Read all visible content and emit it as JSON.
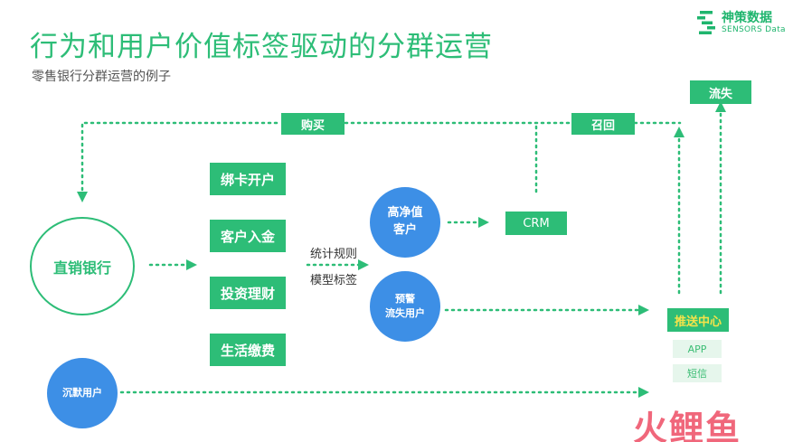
{
  "header": {
    "title": "行为和用户价值标签驱动的分群运营",
    "subtitle": "零售银行分群运营的例子"
  },
  "logo": {
    "name_cn": "神策数据",
    "name_en": "SENSORS Data"
  },
  "nodes": {
    "direct_bank": "直销银行",
    "bind_card": "绑卡开户",
    "deposit": "客户入金",
    "invest": "投资理财",
    "bills": "生活缴费",
    "high_value_line1": "高净值",
    "high_value_line2": "客户",
    "warning_line1": "预警",
    "warning_line2": "流失用户",
    "silent": "沉默用户",
    "crm": "CRM",
    "push_center": "推送中心",
    "app": "APP",
    "sms": "短信",
    "churn": "流失",
    "purchase": "购买",
    "recall": "召回"
  },
  "labels": {
    "stats_rule": "统计规则",
    "model_tag": "模型标签"
  },
  "watermark": {
    "text": "火鲤鱼"
  },
  "colors": {
    "green": "#2dbd77",
    "blue": "#3d8fe6",
    "light_green": "#e6f6ec",
    "yellow": "#f5e34a"
  }
}
